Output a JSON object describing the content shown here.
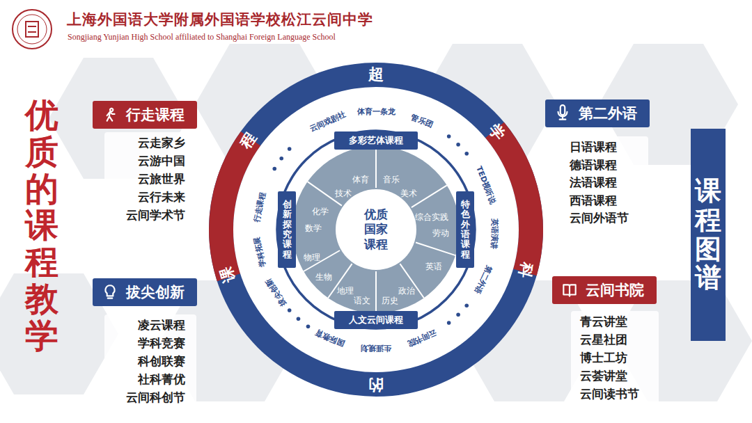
{
  "diagram": {
    "title": "上海外国语大学附属外国语学校松江云间中学",
    "nodes": [
      {
        "text": [
          "行走课程"
        ]
      },
      {
        "text": [
          "拔尖创新"
        ]
      },
      {
        "text": [
          "超",
          "学",
          "科",
          "的",
          "课",
          "程",
          "云间戏剧社",
          "体育一条龙",
          "管乐团",
          "TED视听说",
          "英语演讲",
          "第二外语",
          "云间书院",
          "生涯规划",
          "国际教育",
          "拔尖创新",
          "学科拓展",
          "行走课程"
        ]
      },
      {
        "text": [
          "多彩艺体课程"
        ],
        "in": 2
      },
      {
        "text": [
          "创新探究课程"
        ],
        "in": 2
      },
      {
        "text": [
          "特色外语课程"
        ],
        "in": 2
      },
      {
        "text": [
          "人文云间课程"
        ],
        "in": 2
      },
      {
        "text": [
          "体育",
          "音乐",
          "技术",
          "美术",
          "综合实践",
          "劳动",
          "英语",
          "政治",
          "历史",
          "语文",
          "地理",
          "生物",
          "物理",
          "数学",
          "化学"
        ],
        "in": 2
      },
      {
        "text": [
          "优质国家课程"
        ],
        "in": 7
      },
      {
        "text": [
          "第二外语"
        ]
      },
      {
        "text": [
          "云间书院"
        ]
      },
      {
        "text": [
          "课程图谱"
        ]
      }
    ],
    "labels": [
      "Songjiang Yunjian High School affiliated to Shanghai Foreign Language School",
      "优质的课程教学",
      "云走家乡",
      "云游中国",
      "云旅世界",
      "云行未来",
      "云间学术节",
      "凌云课程",
      "学科竞赛",
      "科创联赛",
      "社科菁优",
      "云间科创节",
      "日语课程",
      "德语课程",
      "法语课程",
      "西语课程",
      "云间外语节",
      "青云讲堂",
      "云星社团",
      "博士工坊",
      "云荟讲堂",
      "云间读书节"
    ]
  }
}
